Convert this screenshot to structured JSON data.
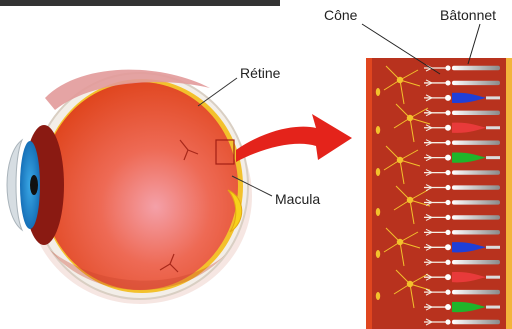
{
  "labels": {
    "retina": "Rétine",
    "macula": "Macula",
    "cone": "Cône",
    "rod": "Bâtonnet"
  },
  "colors": {
    "eyeball": "#e8553a",
    "tissue": "#b8321e",
    "arrow": "#e4231b",
    "cone_blue": "#1f3fd8",
    "cone_red": "#e83a3a",
    "cone_green": "#1fb52a",
    "macula": "#f7d21a"
  },
  "photoreceptor_rows": [
    {
      "kind": "rod"
    },
    {
      "kind": "rod"
    },
    {
      "kind": "cone",
      "color": "blue"
    },
    {
      "kind": "rod"
    },
    {
      "kind": "cone",
      "color": "red"
    },
    {
      "kind": "rod"
    },
    {
      "kind": "cone",
      "color": "green"
    },
    {
      "kind": "rod"
    },
    {
      "kind": "rod"
    },
    {
      "kind": "rod"
    },
    {
      "kind": "rod"
    },
    {
      "kind": "rod"
    },
    {
      "kind": "cone",
      "color": "blue"
    },
    {
      "kind": "rod"
    },
    {
      "kind": "cone",
      "color": "red"
    },
    {
      "kind": "rod"
    },
    {
      "kind": "cone",
      "color": "green"
    },
    {
      "kind": "rod"
    }
  ]
}
